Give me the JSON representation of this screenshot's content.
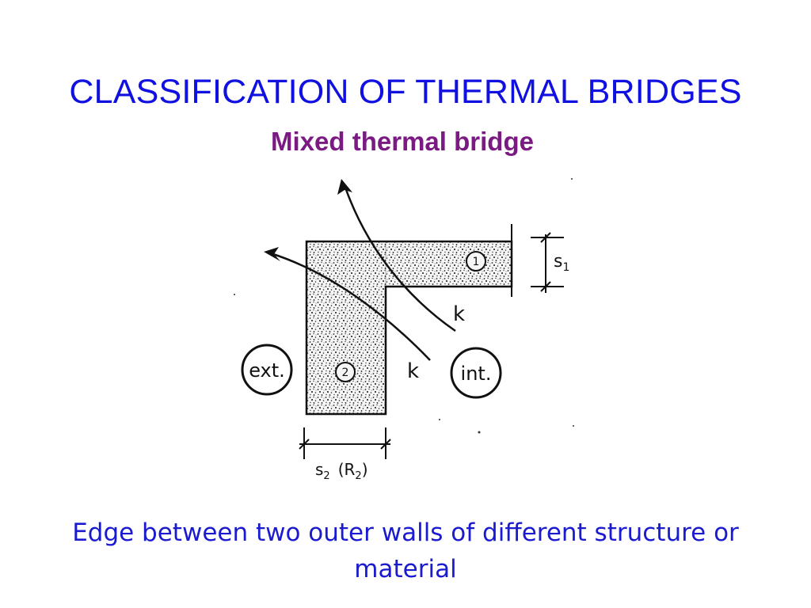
{
  "slide": {
    "title": "CLASSIFICATION OF THERMAL BRIDGES",
    "subtitle": "Mixed thermal bridge",
    "caption": "Edge between two outer walls of different structure or material"
  },
  "diagram": {
    "labels": {
      "exterior": "ext.",
      "interior": "int.",
      "flow_upper": "k",
      "flow_lower": "k",
      "wall_1": "1",
      "wall_2": "2",
      "thickness_1": "s",
      "thickness_1_sub": "1",
      "thickness_2": "s",
      "thickness_2_sub": "2",
      "resistance_2": "(R",
      "resistance_2_sub": "2",
      "resistance_2_close": ")"
    },
    "colors": {
      "title": "#1010e0",
      "subtitle": "#7a1a82",
      "caption": "#1a1ad0",
      "ink": "#111111"
    }
  }
}
